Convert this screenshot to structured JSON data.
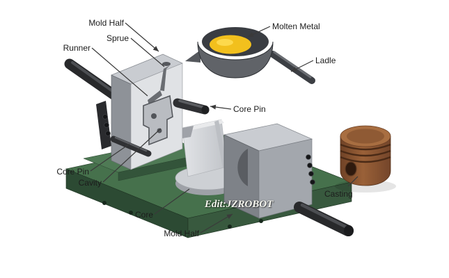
{
  "diagram": {
    "watermark": "Edit:JZROBOT",
    "labels": [
      {
        "id": "mold-half-top",
        "text": "Mold Half"
      },
      {
        "id": "sprue",
        "text": "Sprue"
      },
      {
        "id": "runner",
        "text": "Runner"
      },
      {
        "id": "molten-metal",
        "text": "Molten Metal"
      },
      {
        "id": "ladle",
        "text": "Ladle"
      },
      {
        "id": "core-pin-upper",
        "text": "Core Pin"
      },
      {
        "id": "core-pin-lower",
        "text": "Core Pin"
      },
      {
        "id": "cavity",
        "text": "Cavity"
      },
      {
        "id": "core",
        "text": "Core"
      },
      {
        "id": "mold-half-bottom",
        "text": "Mold Half"
      },
      {
        "id": "casting",
        "text": "Casting"
      }
    ],
    "colors": {
      "background": "#ffffff",
      "base_green": "#46714c",
      "mold_gray": "#c9ccd1",
      "molten_yellow": "#f2c01d",
      "casting_brown": "#8a5434",
      "label_text": "#1c1c1c"
    }
  }
}
